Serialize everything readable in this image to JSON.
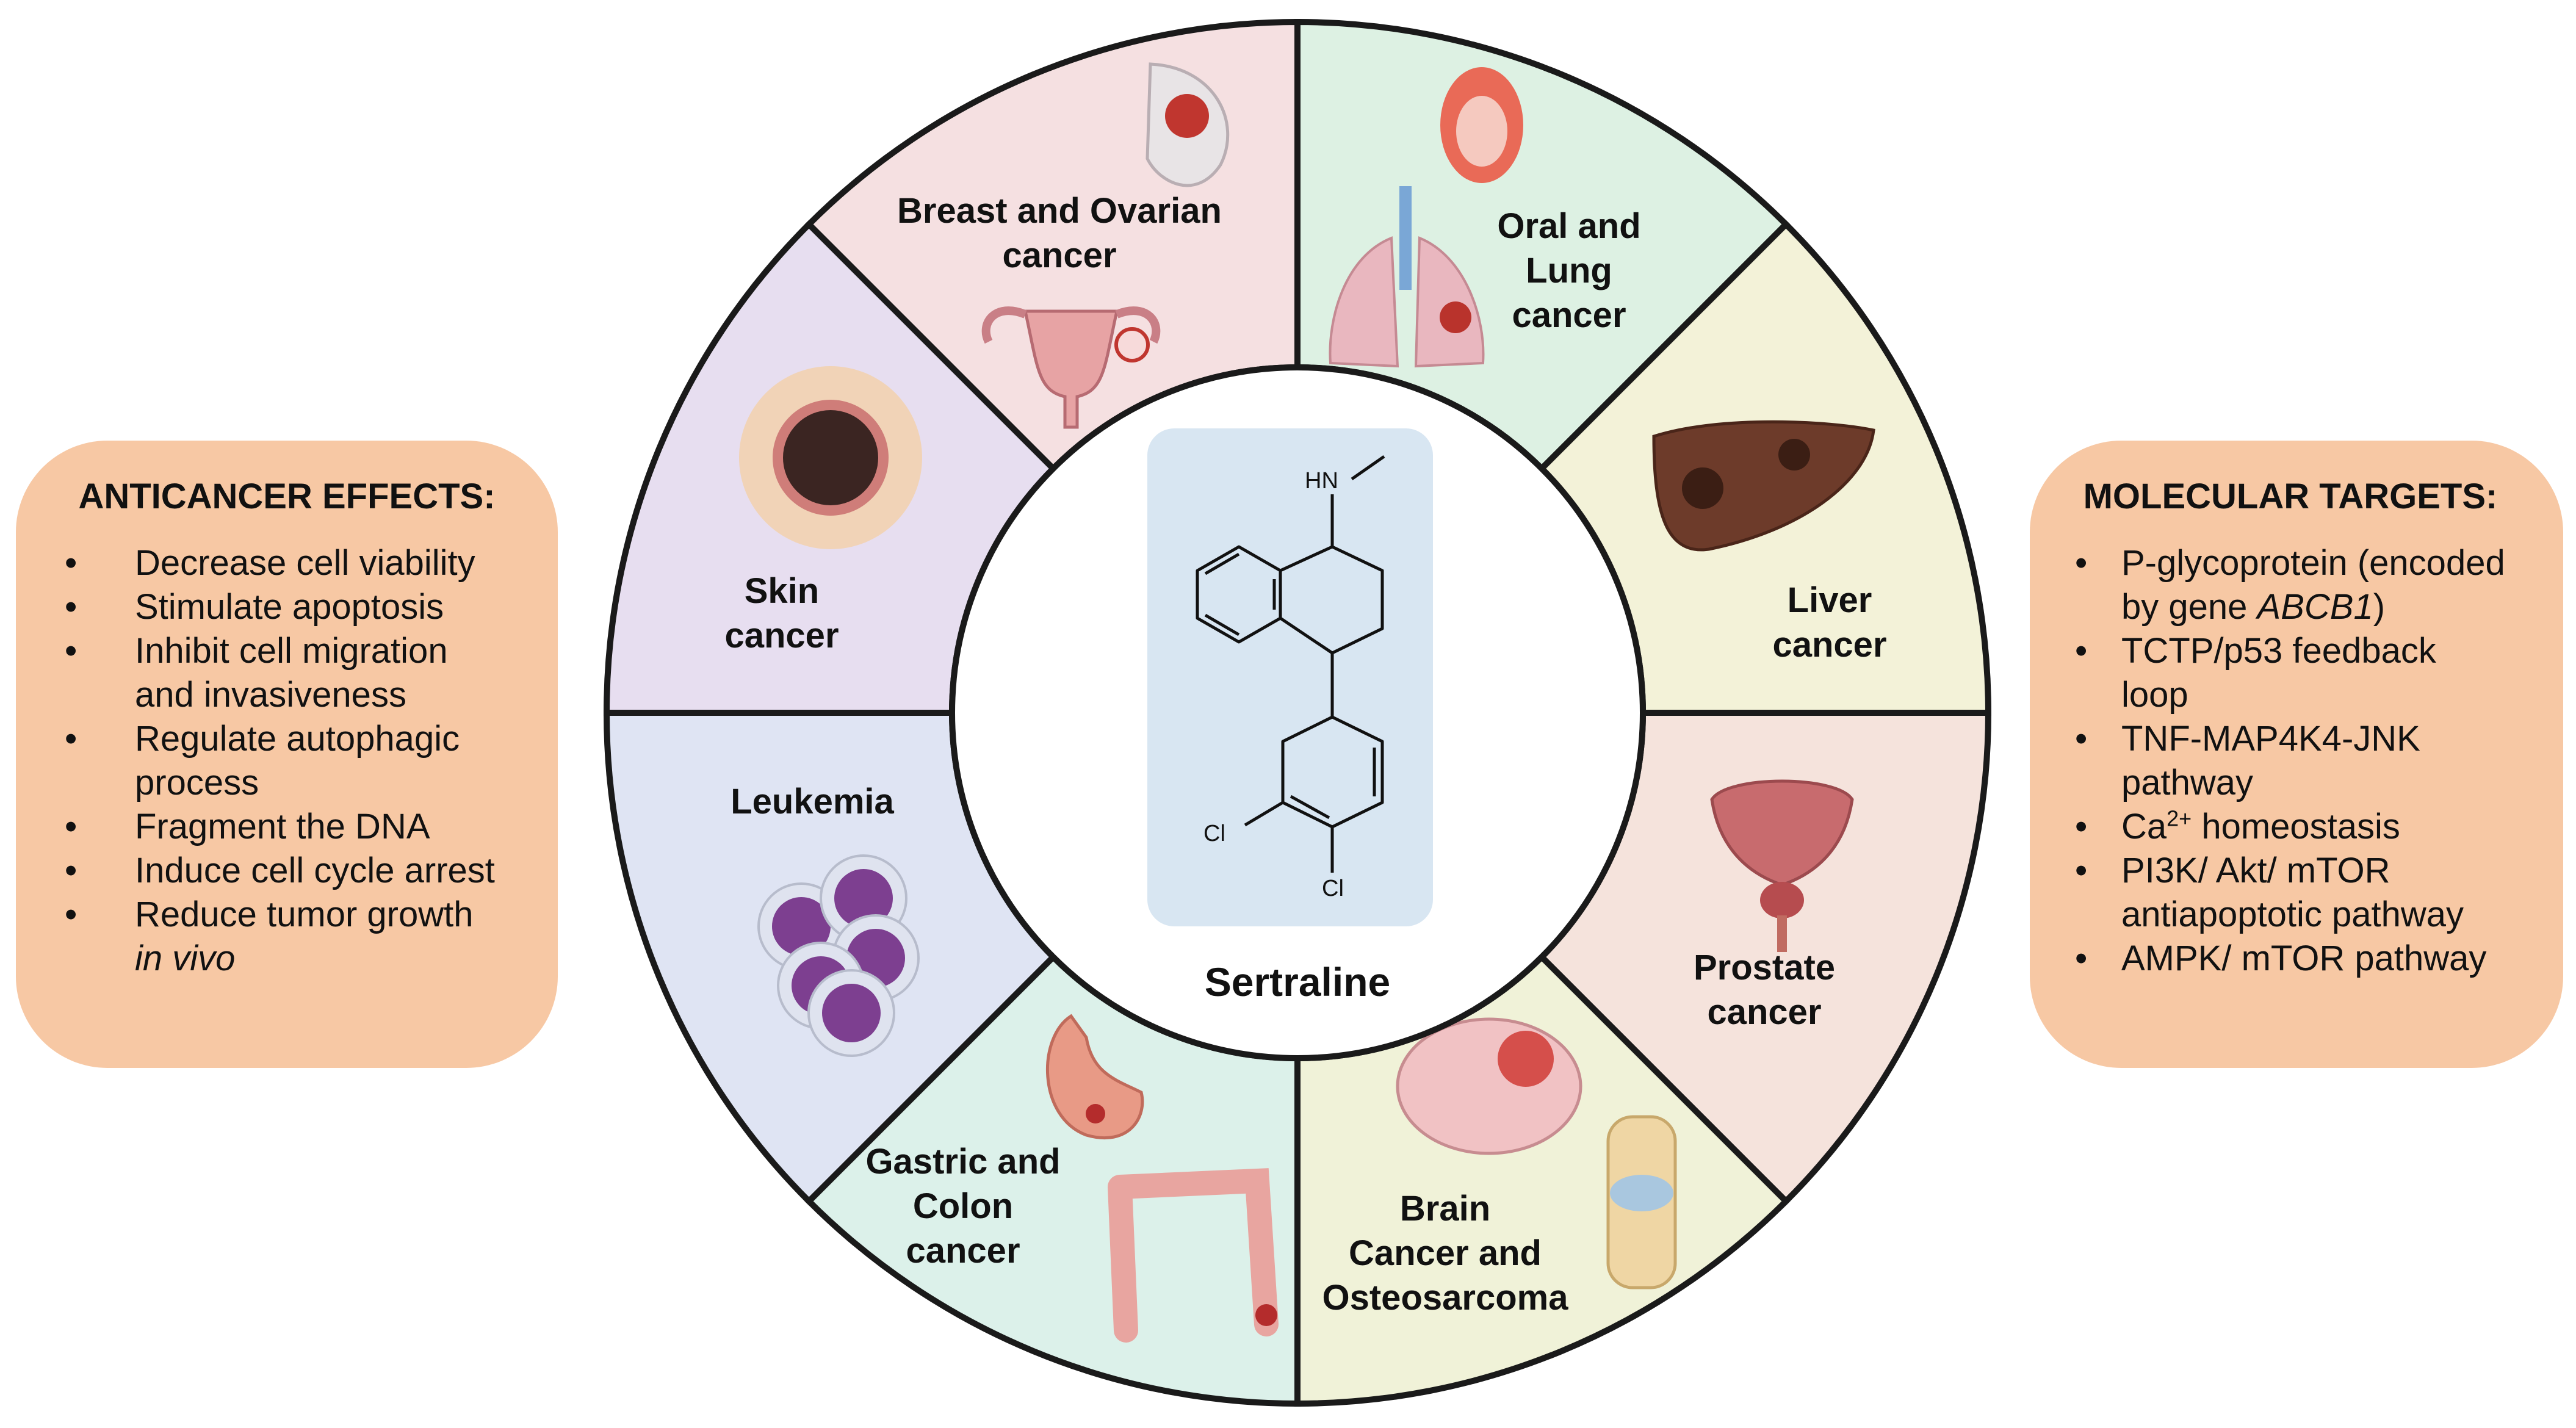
{
  "colors": {
    "box_fill": "#f7c8a4",
    "center_panel": "#d8e6f2",
    "ring_outline": "#1a1a1a"
  },
  "effects": {
    "title": "ANTICANCER EFFECTS:",
    "items": [
      [
        "Decrease cell viability"
      ],
      [
        "Stimulate apoptosis"
      ],
      [
        "Inhibit cell migration",
        "and invasiveness"
      ],
      [
        "Regulate autophagic",
        "process"
      ],
      [
        "Fragment the DNA"
      ],
      [
        "Induce cell cycle arrest"
      ],
      [
        "Reduce tumor growth",
        "in vivo"
      ]
    ]
  },
  "targets": {
    "title": "MOLECULAR TARGETS:",
    "item1_line1": "P-glycoprotein (encoded",
    "item1_line2_pre": "by gene ",
    "item1_gene": "ABCB1",
    "item1_line2_post": ")",
    "item2_line1": "TCTP/p53 feedback",
    "item2_line2": "loop",
    "item3_line1": "TNF-MAP4K4-JNK",
    "item3_line2": "pathway",
    "item4_base": "Ca",
    "item4_sup": "2+",
    "item4_rest": " homeostasis",
    "item5_line1": "PI3K/ Akt/ mTOR",
    "item5_line2": "antiapoptotic pathway",
    "item6": "AMPK/ mTOR pathway"
  },
  "center": {
    "drug_name": "Sertraline",
    "atom_hn": "HN",
    "atom_cl1": "Cl",
    "atom_cl2": "Cl"
  },
  "segments": [
    {
      "id": "breast-ovarian",
      "lines": [
        "Breast and Ovarian",
        "cancer"
      ],
      "fill": "#ddf1e3"
    },
    {
      "id": "oral-lung",
      "lines": [
        "Oral and",
        "Lung",
        "cancer"
      ],
      "fill": "#f3f2d8"
    },
    {
      "id": "liver",
      "lines": [
        "Liver",
        "cancer"
      ],
      "fill": "#f5e3dc"
    },
    {
      "id": "prostate",
      "lines": [
        "Prostate",
        "cancer"
      ],
      "fill": "#f0f2d8"
    },
    {
      "id": "brain-osteo",
      "lines": [
        "Brain",
        "Cancer and",
        "Osteosarcoma"
      ],
      "fill": "#dcf1ea"
    },
    {
      "id": "gastric-colon",
      "lines": [
        "Gastric and",
        "Colon",
        "cancer"
      ],
      "fill": "#dfe4f3"
    },
    {
      "id": "leukemia",
      "lines": [
        "Leukemia"
      ],
      "fill": "#e7def0"
    },
    {
      "id": "skin",
      "lines": [
        "Skin",
        "cancer"
      ],
      "fill": "#f5e0e1"
    }
  ]
}
